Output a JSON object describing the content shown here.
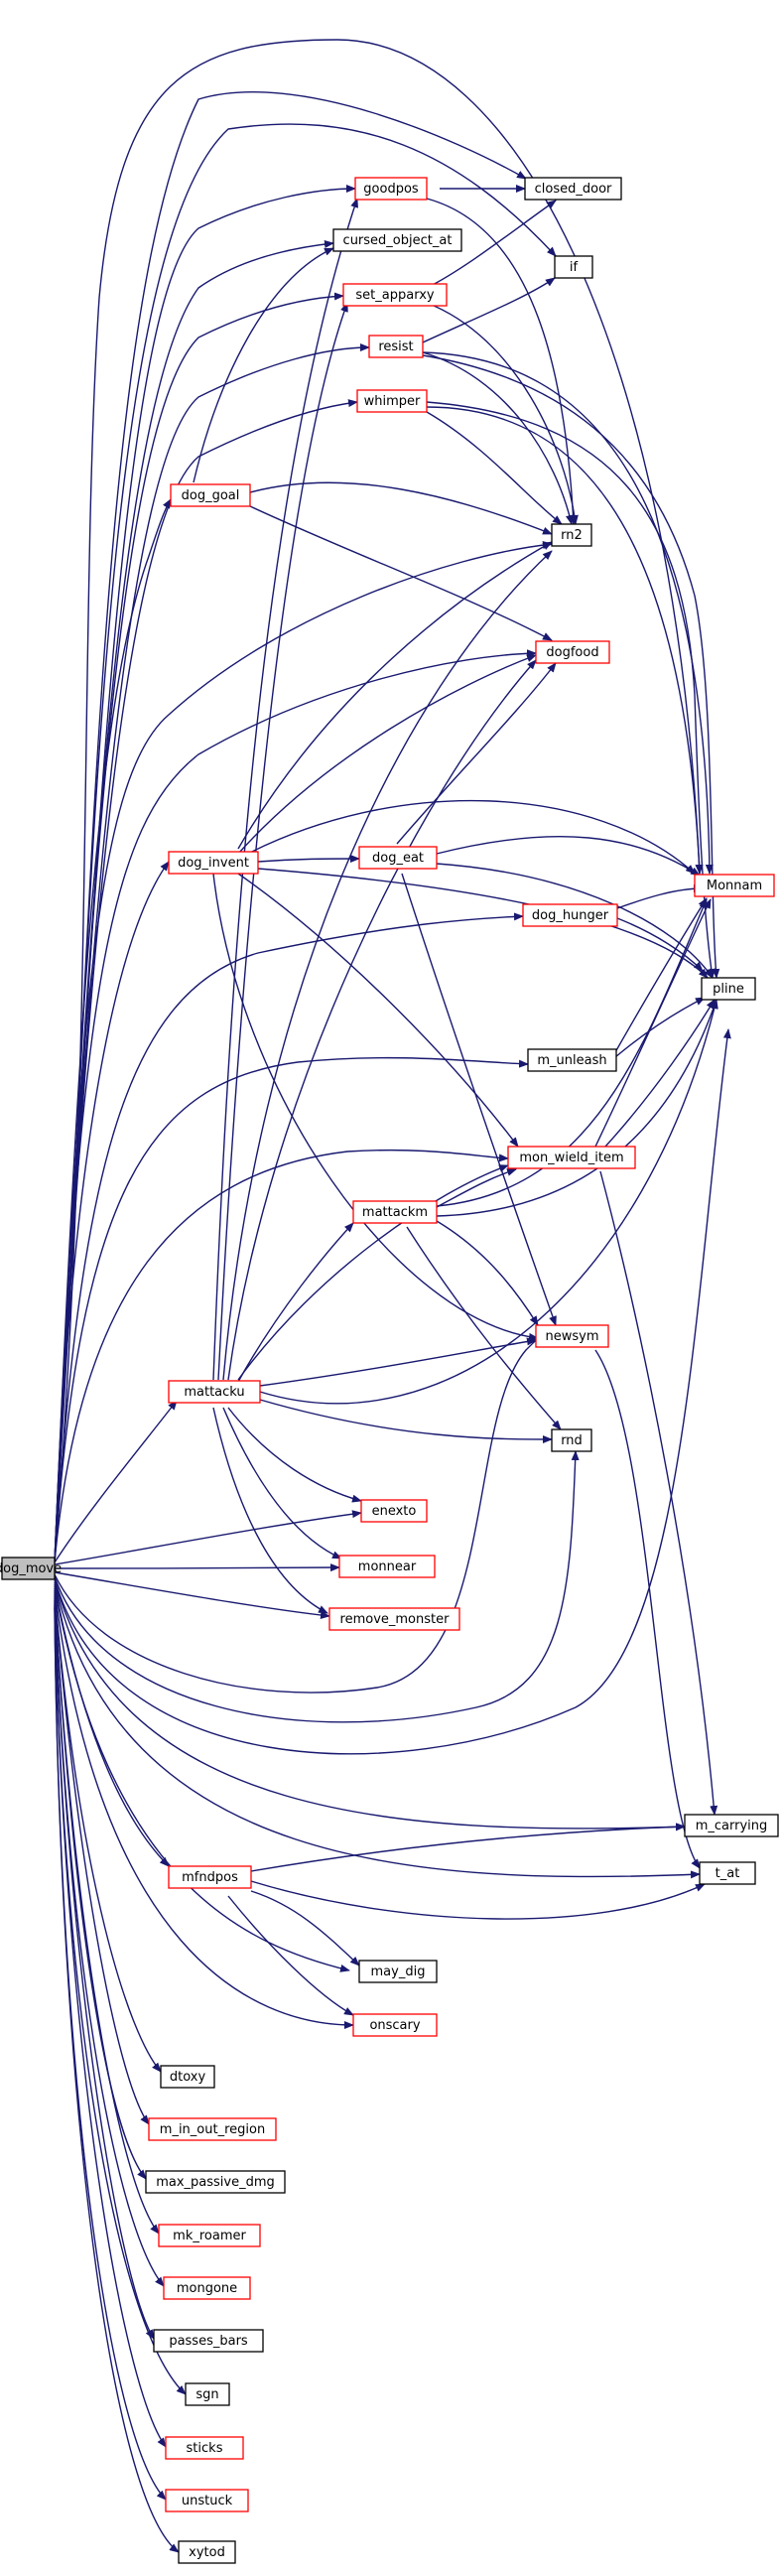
{
  "colors": {
    "edge": "#191970",
    "linked_border": "#ff0000",
    "plain_border": "#000000",
    "root_fill": "#bfbfbf",
    "background": "#ffffff"
  },
  "nodes": {
    "dog_move": "dog_move",
    "goodpos": "goodpos",
    "closed_door": "closed_door",
    "cursed_object_at": "cursed_object_at",
    "if_node": "if",
    "set_apparxy": "set_apparxy",
    "resist": "resist",
    "whimper": "whimper",
    "dog_goal": "dog_goal",
    "rn2": "rn2",
    "dogfood": "dogfood",
    "dog_eat": "dog_eat",
    "dog_invent": "dog_invent",
    "Monnam": "Monnam",
    "dog_hunger": "dog_hunger",
    "pline": "pline",
    "m_unleash": "m_unleash",
    "mon_wield_item": "mon_wield_item",
    "mattackm": "mattackm",
    "newsym": "newsym",
    "mattacku": "mattacku",
    "rnd": "rnd",
    "enexto": "enexto",
    "monnear": "monnear",
    "remove_monster": "remove_monster",
    "m_carrying": "m_carrying",
    "t_at": "t_at",
    "mfndpos": "mfndpos",
    "may_dig": "may_dig",
    "onscary": "onscary",
    "dtoxy": "dtoxy",
    "m_in_out_region": "m_in_out_region",
    "max_passive_dmg": "max_passive_dmg",
    "mk_roamer": "mk_roamer",
    "mongone": "mongone",
    "passes_bars": "passes_bars",
    "sgn": "sgn",
    "sticks": "sticks",
    "unstuck": "unstuck",
    "xytod": "xytod"
  }
}
